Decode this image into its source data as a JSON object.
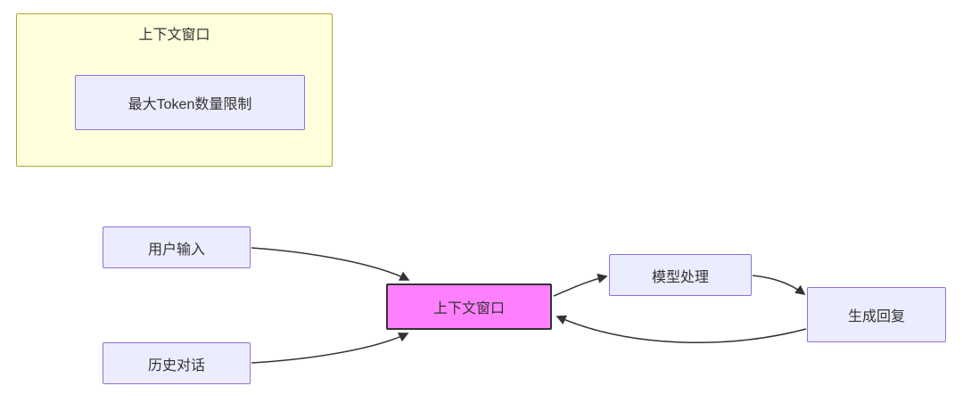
{
  "diagram": {
    "type": "flowchart",
    "subgraph": {
      "title": "上下文窗口",
      "node_token_limit": "最大Token数量限制"
    },
    "nodes": {
      "user_input": "用户输入",
      "history_dialog": "历史对话",
      "context_window": "上下文窗口",
      "model_processing": "模型处理",
      "generate_reply": "生成回复"
    },
    "edges": [
      {
        "from": "user_input",
        "to": "context_window"
      },
      {
        "from": "history_dialog",
        "to": "context_window"
      },
      {
        "from": "context_window",
        "to": "model_processing"
      },
      {
        "from": "model_processing",
        "to": "generate_reply"
      },
      {
        "from": "generate_reply",
        "to": "context_window"
      }
    ],
    "colors": {
      "subgraph_fill": "#ffffde",
      "subgraph_border": "#aaaa33",
      "node_fill": "#ececff",
      "node_border": "#9370db",
      "highlight_fill": "#ff80ff",
      "highlight_border": "#333333",
      "edge_color": "#333333"
    }
  }
}
